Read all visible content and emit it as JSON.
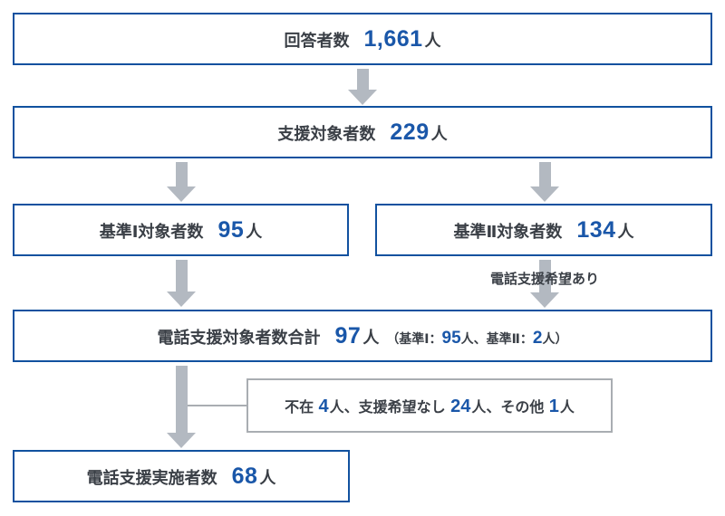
{
  "colors": {
    "border": "#11519f",
    "number": "#1a57a9",
    "text": "#3a3f46",
    "arrow": "#b3b9c1",
    "note-border": "#a9adb2"
  },
  "nodes": {
    "respondents": {
      "label": "回答者数",
      "value": "1,661",
      "unit": "人"
    },
    "support_targets": {
      "label": "支援対象者数",
      "value": "229",
      "unit": "人"
    },
    "criteria1": {
      "label": "基準Ⅰ対象者数",
      "value": "95",
      "unit": "人"
    },
    "criteria2": {
      "label": "基準Ⅱ対象者数",
      "value": "134",
      "unit": "人"
    },
    "phone_total": {
      "label": "電話支援対象者数合計",
      "value": "97",
      "unit": "人",
      "detail_open": "（基準Ⅰ：",
      "detail_value1": "95",
      "detail_mid": "人、基準Ⅱ：",
      "detail_value2": "2",
      "detail_close": "人）"
    },
    "phone_done": {
      "label": "電話支援実施者数",
      "value": "68",
      "unit": "人"
    }
  },
  "flow_labels": {
    "phone_wish": "電話支援希望あり"
  },
  "note": {
    "t1": "不在 ",
    "v1": "4",
    "t2": "人、支援希望なし ",
    "v2": "24",
    "t3": "人、その他 ",
    "v3": "1",
    "t4": "人"
  }
}
